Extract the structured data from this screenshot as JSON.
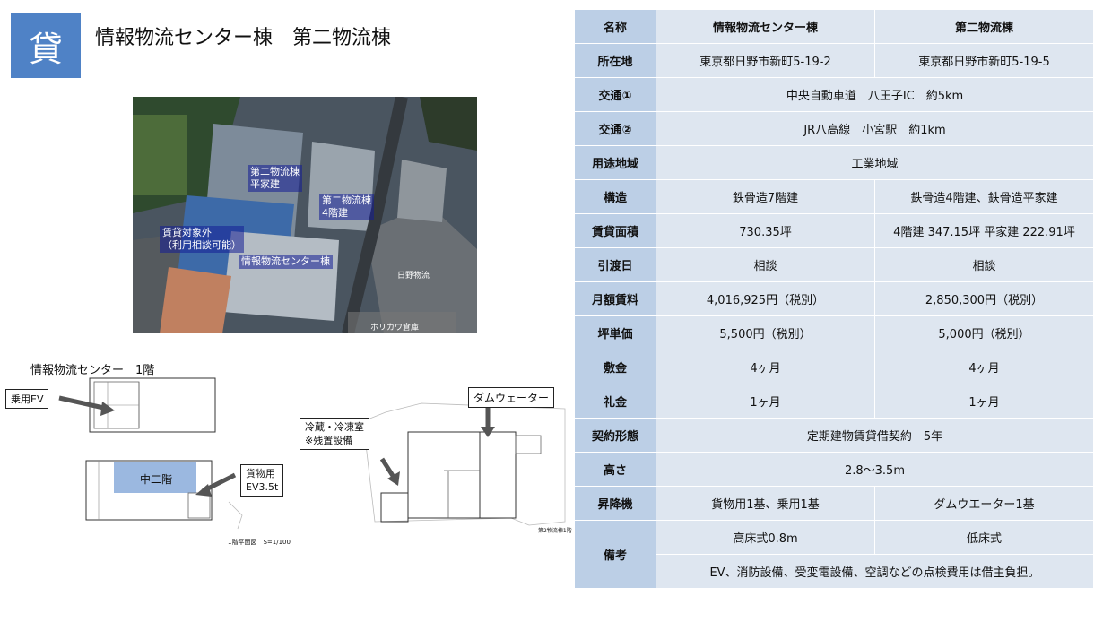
{
  "header": {
    "badge": "貸",
    "title": "情報物流センター棟　第二物流棟"
  },
  "aerial": {
    "labels": {
      "building2_flat": "第二物流棟\n平家建",
      "building2_4f": "第二物流棟\n4階建",
      "excluded": "賃貸対象外\n（利用相談可能）",
      "info_center": "情報物流センター棟"
    },
    "poi": "日野物流",
    "poi2": "ホリカワ倉庫"
  },
  "floorplan": {
    "title": "情報物流センター　1階",
    "ev_passenger": "乗用EV",
    "mezzanine": "中二階",
    "cargo_ev": "貨物用\nEV3.5t",
    "plan_caption": "1階平面図　S=1/100",
    "dumbwaiter": "ダムウェーター",
    "cold_storage": "冷蔵・冷凍室\n※残置設備",
    "plan2_caption": "第2物流棟1階"
  },
  "table": {
    "header": {
      "label": "名称",
      "a": "情報物流センター棟",
      "b": "第二物流棟"
    },
    "rows": [
      {
        "label": "所在地",
        "a": "東京都日野市新町5-19-2",
        "b": "東京都日野市新町5-19-5"
      },
      {
        "label": "交通①",
        "merged": "中央自動車道　八王子IC　約5km"
      },
      {
        "label": "交通②",
        "merged": "JR八高線　小宮駅　約1km"
      },
      {
        "label": "用途地域",
        "merged": "工業地域"
      },
      {
        "label": "構造",
        "a": "鉄骨造7階建",
        "b": "鉄骨造4階建、鉄骨造平家建"
      },
      {
        "label": "賃貸面積",
        "a": "730.35坪",
        "b": "4階建 347.15坪  平家建 222.91坪"
      },
      {
        "label": "引渡日",
        "a": "相談",
        "b": "相談"
      },
      {
        "label": "月額賃料",
        "a": "4,016,925円（税別）",
        "b": "2,850,300円（税別）"
      },
      {
        "label": "坪単価",
        "a": "5,500円（税別）",
        "b": "5,000円（税別）"
      },
      {
        "label": "敷金",
        "a": "4ヶ月",
        "b": "4ヶ月"
      },
      {
        "label": "礼金",
        "a": "1ヶ月",
        "b": "1ヶ月"
      },
      {
        "label": "契約形態",
        "merged": "定期建物賃貸借契約　5年"
      },
      {
        "label": "高さ",
        "merged": "2.8～3.5m"
      },
      {
        "label": "昇降機",
        "a": "貨物用1基、乗用1基",
        "b": "ダムウエーター1基"
      }
    ],
    "notes": {
      "label": "備考",
      "a": "高床式0.8m",
      "b": "低床式",
      "merged": "EV、消防設備、受変電設備、空調などの点検費用は借主負担。"
    }
  },
  "colors": {
    "badge": "#4f82c6",
    "label_cell": "#bccfe6",
    "value_cell": "#dee6f0",
    "mezzanine": "#9bb8e0"
  }
}
